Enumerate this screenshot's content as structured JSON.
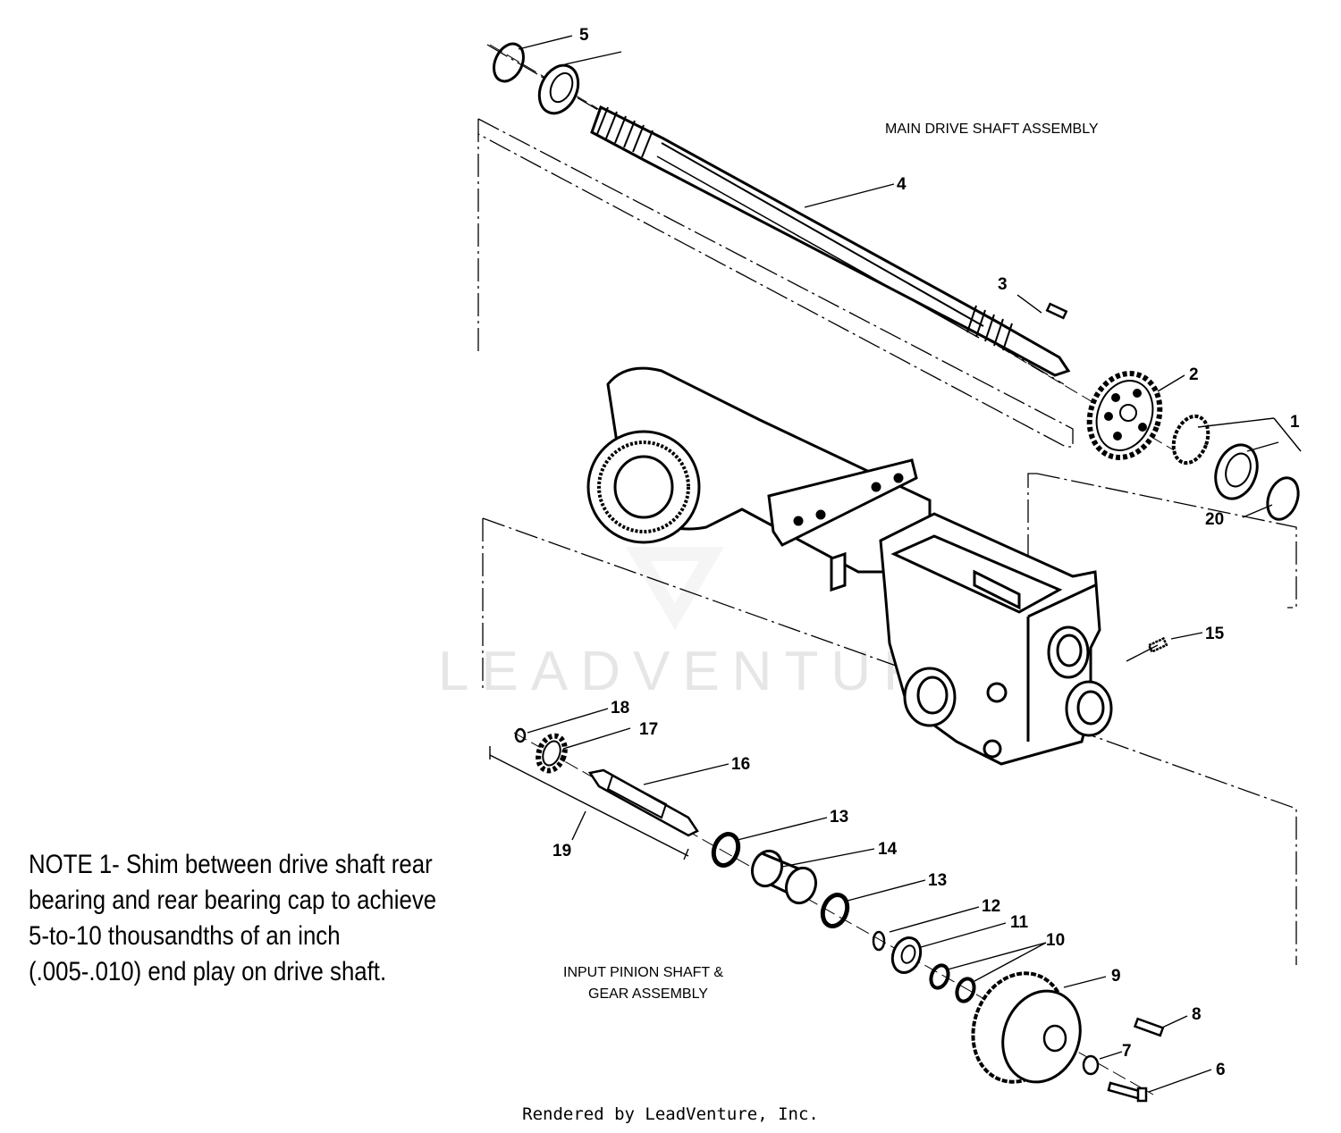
{
  "diagram": {
    "title_main": "MAIN DRIVE SHAFT ASSEMBLY",
    "title_input_line1": "INPUT PINION SHAFT &",
    "title_input_line2": "GEAR ASSEMBLY",
    "watermark": "LEADVENTURE",
    "callouts": {
      "c1": "1",
      "c2": "2",
      "c3": "3",
      "c4": "4",
      "c5": "5",
      "c6": "6",
      "c7": "7",
      "c8": "8",
      "c9": "9",
      "c10": "10",
      "c11": "11",
      "c12": "12",
      "c13a": "13",
      "c13b": "13",
      "c14": "14",
      "c15": "15",
      "c16": "16",
      "c17": "17",
      "c18": "18",
      "c19": "19",
      "c20": "20"
    }
  },
  "note": {
    "text": "NOTE 1- Shim between drive shaft rear bearing and rear bearing cap to achieve 5-to-10 thousandths of an inch (.005-.010) end play on drive shaft."
  },
  "footer": {
    "text": "Rendered by LeadVenture, Inc."
  }
}
